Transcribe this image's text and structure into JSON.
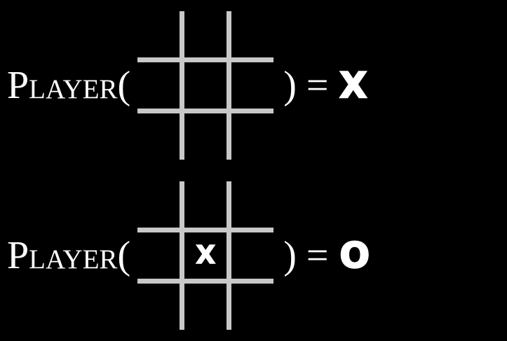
{
  "colors": {
    "background": "#000000",
    "grid_line": "#c8c8c8",
    "text": "#ffffff"
  },
  "rows": [
    {
      "label": "Player(",
      "close": ") =",
      "result": "X",
      "board": [
        "",
        "",
        "",
        "",
        "",
        "",
        "",
        "",
        ""
      ]
    },
    {
      "label": "Player(",
      "close": ") =",
      "result": "O",
      "board": [
        "",
        "",
        "",
        "",
        "X",
        "",
        "",
        "",
        ""
      ]
    }
  ]
}
